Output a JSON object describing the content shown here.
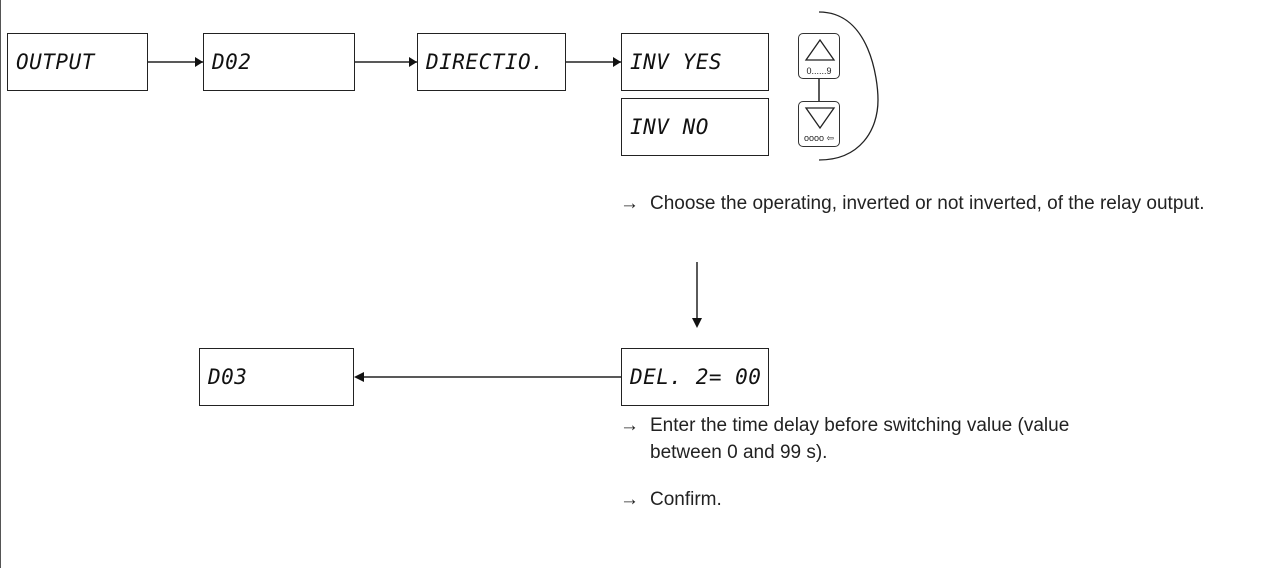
{
  "flow": {
    "box_output": "OUTPUT",
    "box_d02": "D02",
    "box_direction": "DIRECTIO.",
    "box_inv_yes": "INV YES",
    "box_inv_no": "INV NO",
    "box_delay": "DEL. 2= 00",
    "box_d03": "D03"
  },
  "keys": {
    "up_label": "0......9",
    "down_label": "oooo ⇦"
  },
  "notes": {
    "arrow_glyph": "→",
    "choose": "Choose the operating, inverted or not inverted, of the relay output.",
    "enter_delay": "Enter the time delay before switching value (value between 0 and 99 s).",
    "confirm": "Confirm."
  }
}
